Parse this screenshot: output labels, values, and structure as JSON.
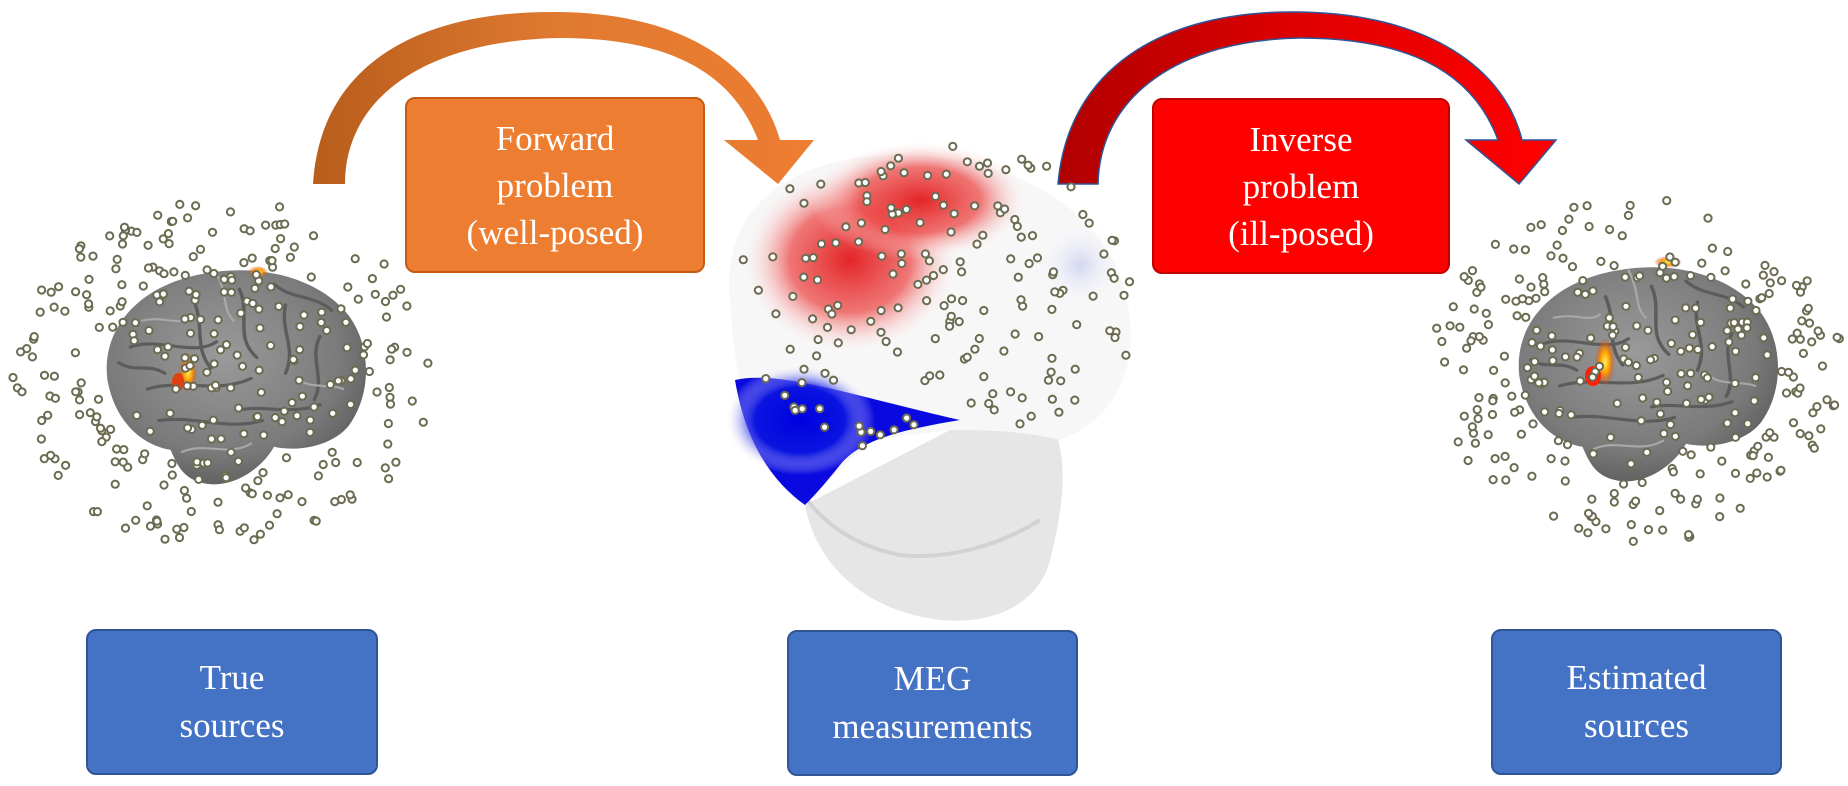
{
  "boxes": {
    "forward": {
      "lines": [
        "Forward",
        "problem",
        "(well-posed)"
      ]
    },
    "inverse": {
      "lines": [
        "Inverse",
        "problem",
        "(ill-posed)"
      ]
    },
    "true_sources": {
      "lines": [
        "True",
        "sources"
      ]
    },
    "meg": {
      "lines": [
        "MEG",
        "measurements"
      ]
    },
    "estimated": {
      "lines": [
        "Estimated",
        "sources"
      ]
    }
  },
  "colors": {
    "forward_fill": "#ed7d31",
    "inverse_fill": "#ff0000",
    "label_fill": "#4472c4",
    "positive_field": "#e3191c",
    "negative_field": "#0000e0",
    "brain": "#7a7a7a"
  },
  "icons": [
    "brain-with-sensors-icon",
    "meg-head-topography-icon",
    "curved-arrow-icon"
  ]
}
